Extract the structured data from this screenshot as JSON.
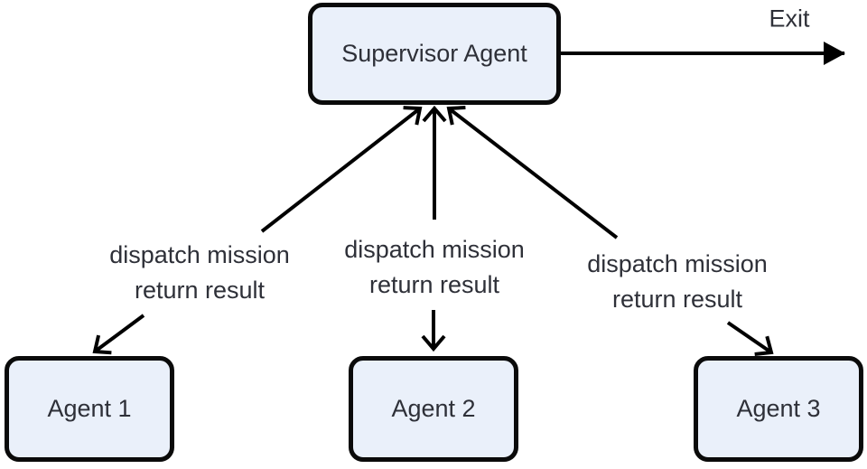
{
  "diagram": {
    "nodes": {
      "supervisor": {
        "label": "Supervisor Agent"
      },
      "agent1": {
        "label": "Agent 1"
      },
      "agent2": {
        "label": "Agent 2"
      },
      "agent3": {
        "label": "Agent 3"
      }
    },
    "edges": {
      "exit": {
        "label": "Exit"
      },
      "to_agent1": {
        "lines": [
          "dispatch mission",
          "return result"
        ]
      },
      "to_agent2": {
        "lines": [
          "dispatch mission",
          "return result"
        ]
      },
      "to_agent3": {
        "lines": [
          "dispatch mission",
          "return result"
        ]
      }
    },
    "colors": {
      "node_fill": "#eaf0fa",
      "node_border": "#0a0a0a",
      "text": "#2e3038",
      "arrow": "#000000",
      "background": "#ffffff"
    }
  }
}
